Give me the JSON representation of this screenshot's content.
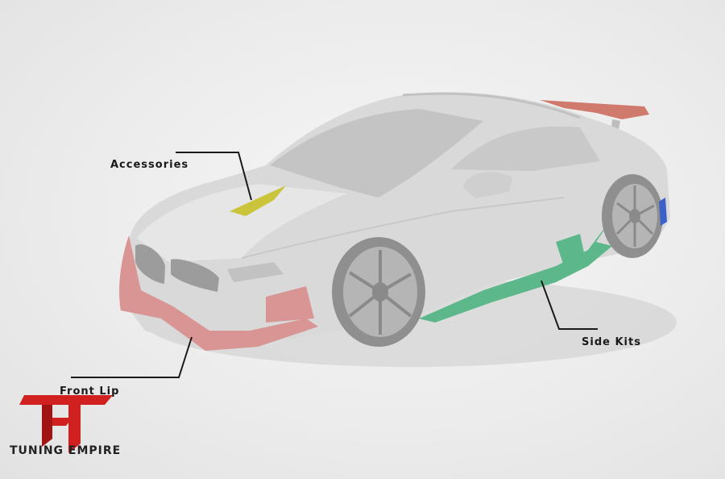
{
  "callouts": {
    "accessories": "Accessories",
    "side_kits": "Side Kits",
    "front_lip": "Front Lip"
  },
  "brand": {
    "name": "TUNING EMPIRE",
    "monogram": "TF",
    "logo_color": "#d02020"
  },
  "colors": {
    "background": "#ececec",
    "car_body": "#d9d9d9",
    "front_lip": "#d99494",
    "accessories": "#c9c43a",
    "side_kits": "#5cb88a",
    "rear_wing": "#d07a6e"
  },
  "icons": [
    "tuning-empire-logo"
  ]
}
